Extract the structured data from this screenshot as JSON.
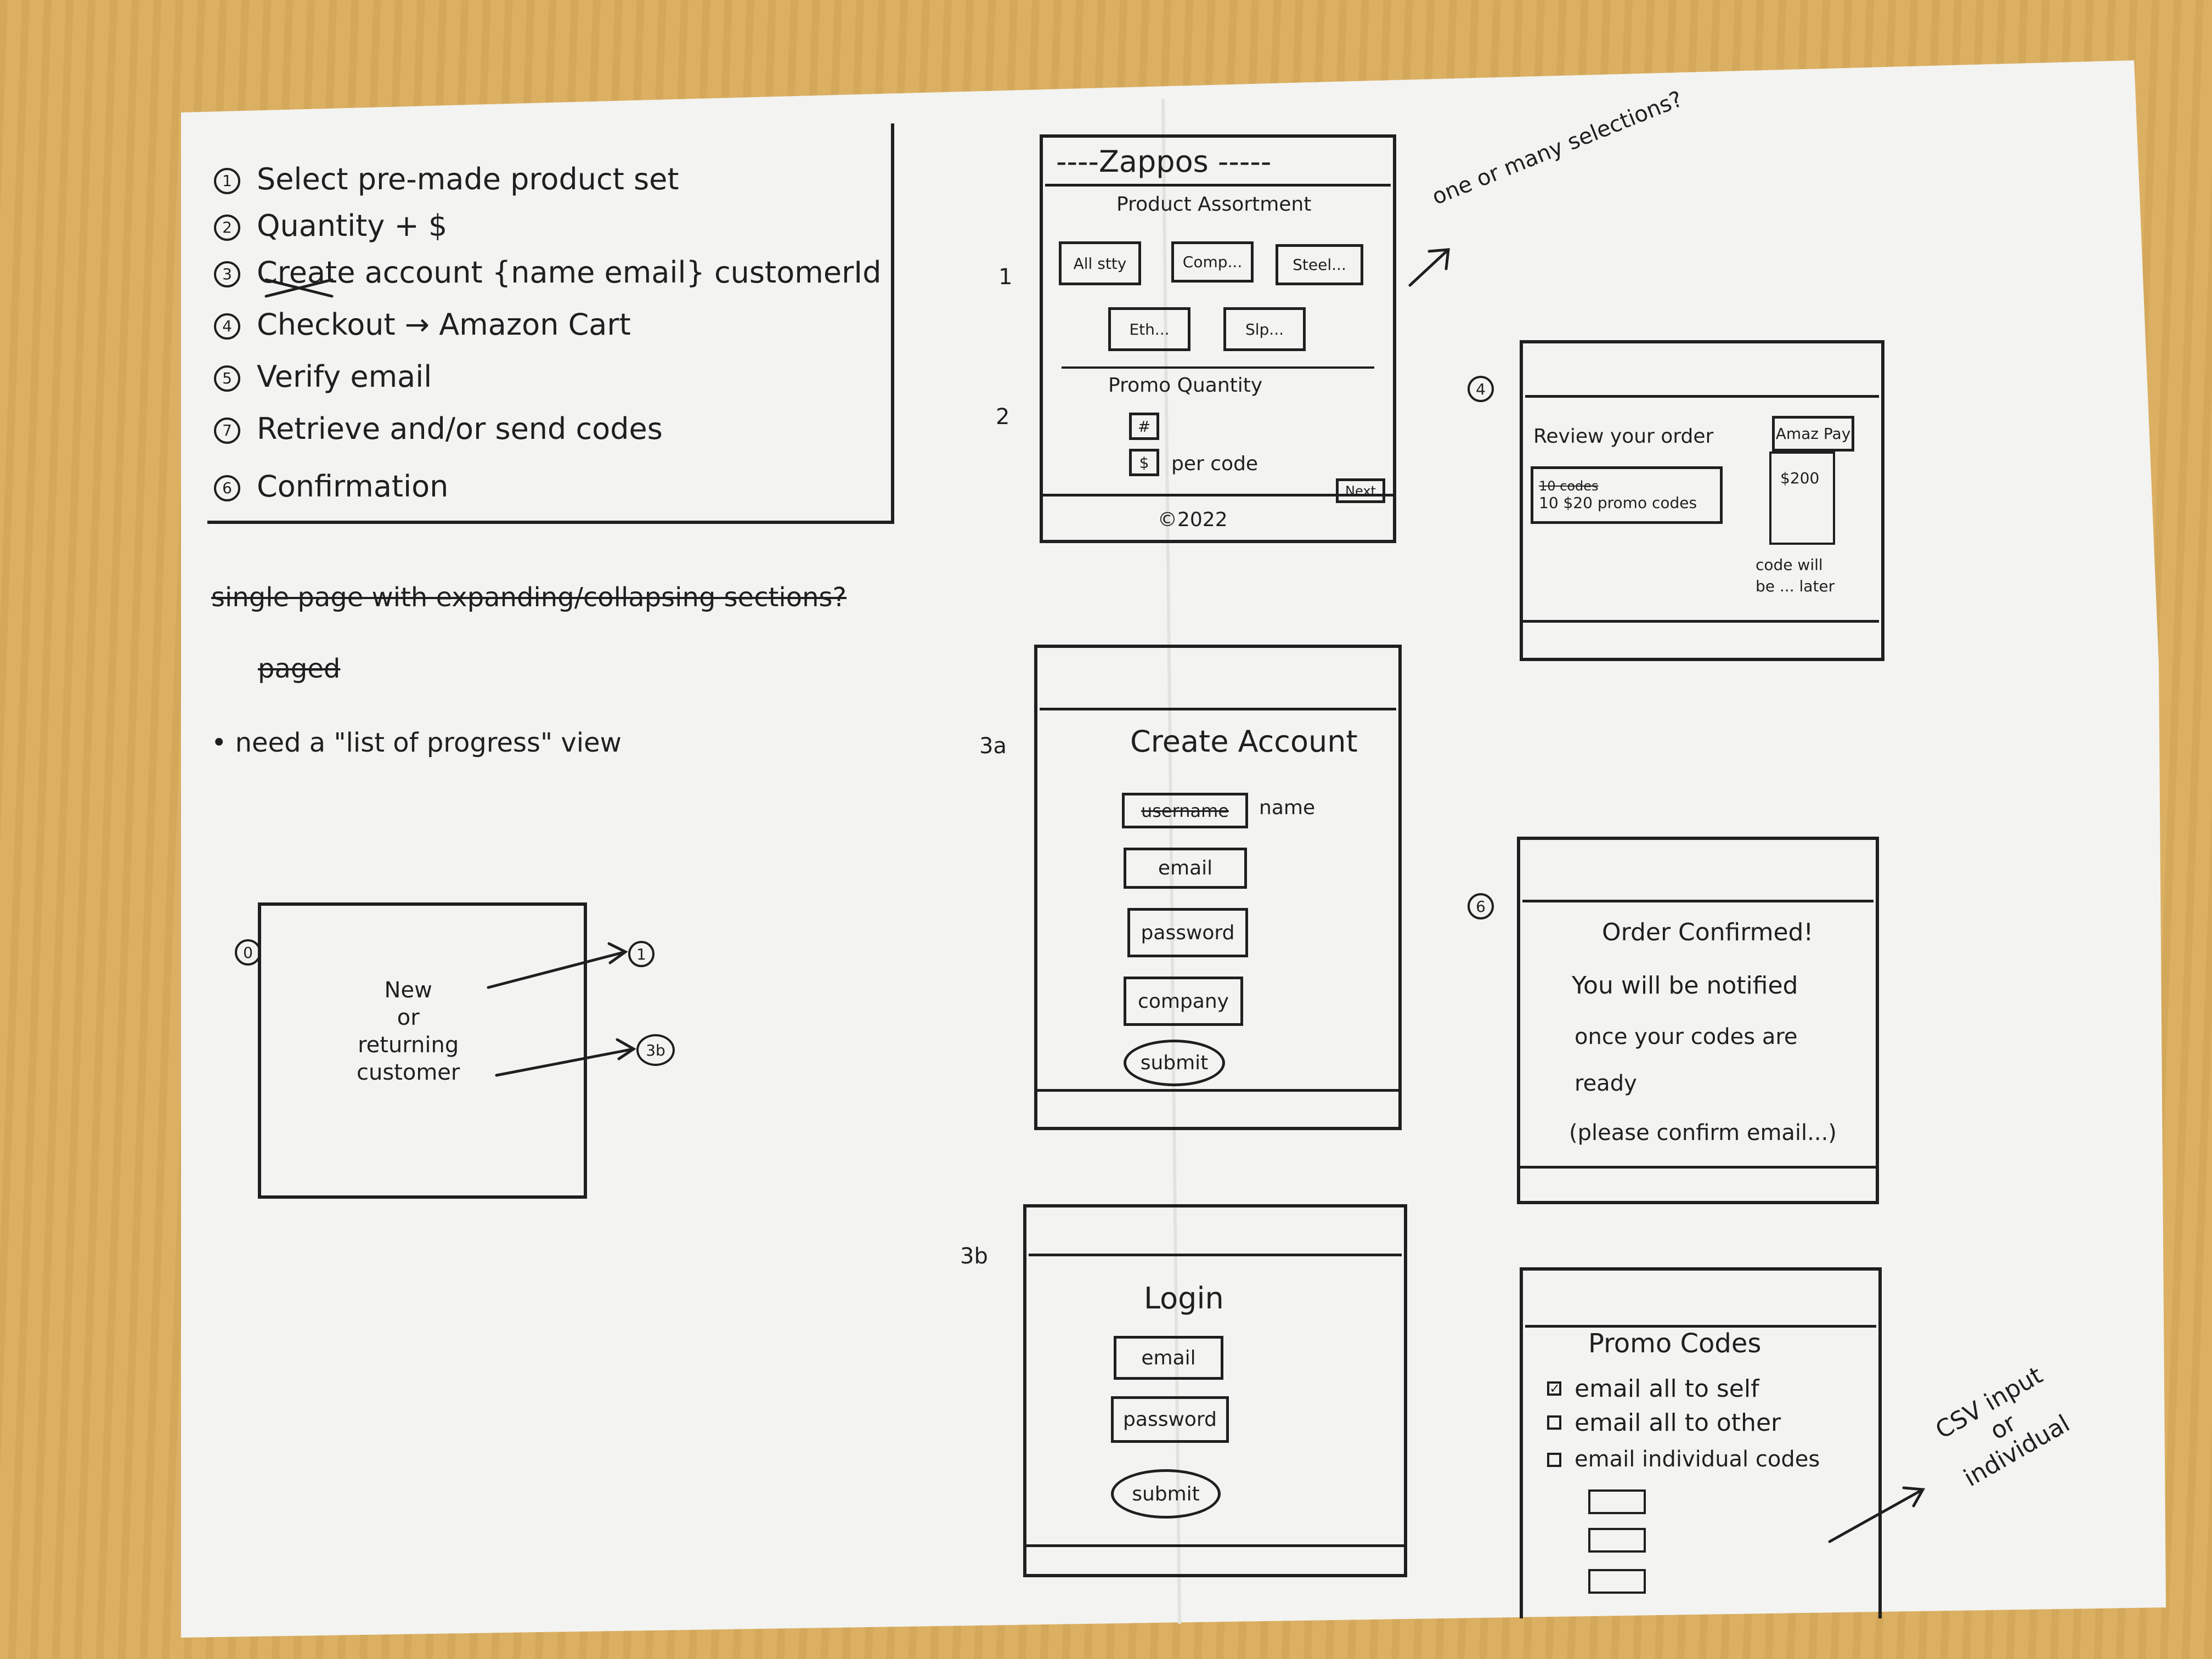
{
  "steps": [
    {
      "num": "1",
      "text": "Select pre-made product set"
    },
    {
      "num": "2",
      "text": "Quantity + $"
    },
    {
      "num": "3",
      "text": "Create account {name email} customerId"
    },
    {
      "num": "4",
      "text": "Checkout → Amazon Cart"
    },
    {
      "num": "5",
      "text": "Verify email"
    },
    {
      "num": "7",
      "text": "Retrieve and/or send codes"
    },
    {
      "num": "6",
      "text": "Confirmation"
    }
  ],
  "notes": {
    "struck_line": "single page with expanding/collapsing sections?",
    "struck_word": "paged",
    "bullet": "need a \"list of progress\" view"
  },
  "new_or_returning": {
    "num": "0",
    "text_lines": [
      "New",
      "or",
      "returning",
      "customer"
    ],
    "arrow1_target": "1",
    "arrow2_target": "3b"
  },
  "screen_1_2": {
    "label_a": "1",
    "label_b": "2",
    "header": "----Zappos -----",
    "section_title": "Product Assortment",
    "products": [
      "All stty",
      "Comp...",
      "Steel...",
      "Eth...",
      "Slp..."
    ],
    "promo_title": "Promo Quantity",
    "qty_field": "#",
    "price_field": "$",
    "per_code": "per code",
    "next": "Next",
    "footer": "©2022",
    "annotation": "one or many selections?"
  },
  "screen_3a": {
    "label": "3a",
    "title": "Create Account",
    "name_field_struck": "username",
    "name_field": "name",
    "email_field": "email",
    "password_field": "password",
    "company_field": "company",
    "submit": "submit"
  },
  "screen_3b": {
    "label": "3b",
    "title": "Login",
    "email_field": "email",
    "password_field": "password",
    "submit": "submit"
  },
  "screen_4": {
    "label": "4",
    "title": "Review your order",
    "line_struck": "10 codes",
    "line": "10 $20 promo codes",
    "pay_button": "Amaz Pay",
    "amount": "$200",
    "note_lines": [
      "code will",
      "be ... later"
    ]
  },
  "screen_6": {
    "label": "6",
    "title": "Order Confirmed!",
    "lines": [
      "You will be notified",
      "once your codes are",
      "ready",
      "(please confirm email...)"
    ]
  },
  "screen_7": {
    "title": "Promo Codes",
    "options": [
      {
        "label": "email all to self",
        "checked": true
      },
      {
        "label": "email all to other",
        "checked": false
      },
      {
        "label": "email individual codes",
        "checked": false
      }
    ],
    "annotation_lines": [
      "CSV input",
      "or",
      "individual"
    ]
  }
}
